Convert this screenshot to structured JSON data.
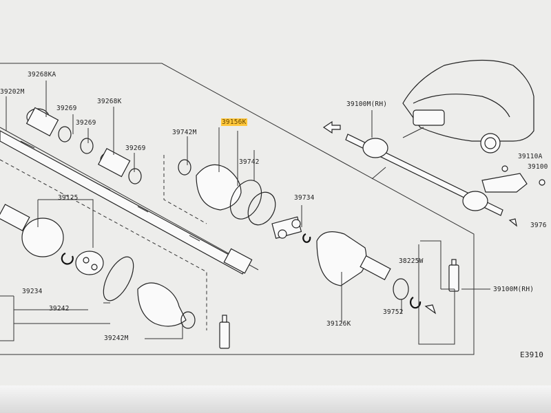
{
  "diagram_code": "E3910",
  "labels": {
    "l39268KA": "39268KA",
    "l39202M": "39202M",
    "l39269a": "39269",
    "l39268K": "39268K",
    "l39269b": "39269",
    "l39269c": "39269",
    "l39742M": "39742M",
    "l39156K": "39156K",
    "l39742": "39742",
    "l39100M_RH_top": "39100M(RH)",
    "l39110A": "39110A",
    "l39100": "39100",
    "l3976": "3976",
    "l39125": "39125",
    "l39734": "39734",
    "l38225W": "38225W",
    "l39100M_RH_mid": "39100M(RH)",
    "l39234": "39234",
    "l39242": "39242",
    "l39242M": "39242M",
    "l39126K": "39126K",
    "l39752": "39752"
  },
  "highlighted_part": "39156K",
  "icons": [
    "arrow-front-icon",
    "car-front-icon",
    "grease-tube-icon"
  ]
}
